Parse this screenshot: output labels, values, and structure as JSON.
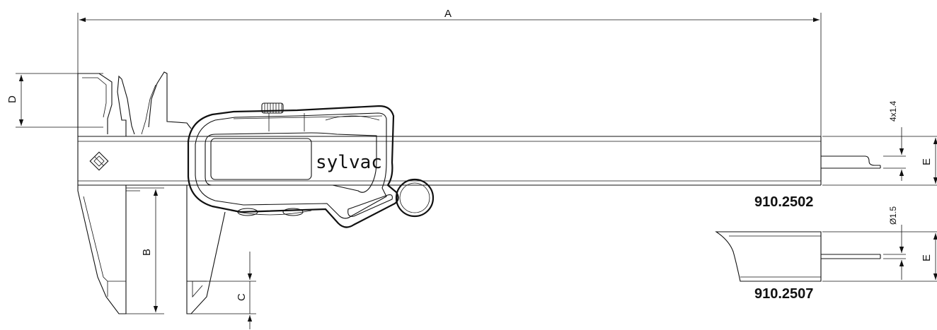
{
  "dimensions": {
    "a": "A",
    "b": "B",
    "c": "C",
    "d": "D",
    "e_top": "E",
    "e_bottom": "E",
    "depth_rod_top": "4x1.4",
    "depth_rod_bottom": "Ø1.5"
  },
  "brand": {
    "text": "sylvac",
    "logo_icon": "sylvac-diamond-logo-icon"
  },
  "models": {
    "top": "910.2502",
    "bottom": "910.2507"
  },
  "colors": {
    "line": "#111111",
    "background": "#ffffff"
  }
}
